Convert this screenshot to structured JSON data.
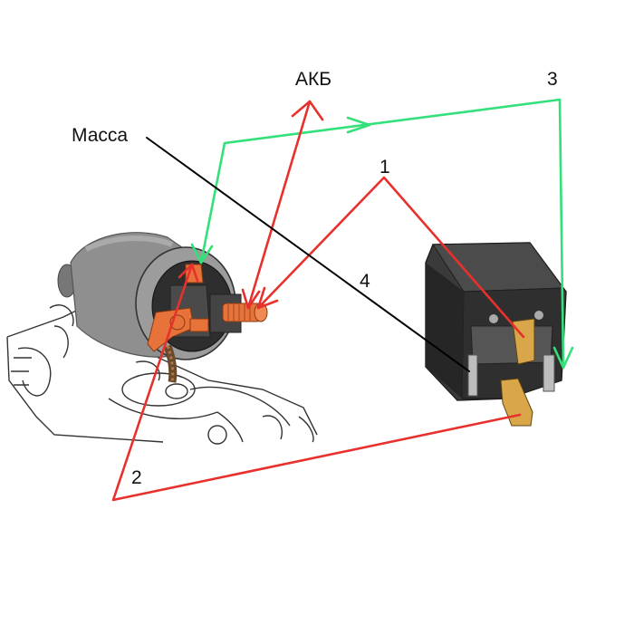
{
  "labels": {
    "battery": "АКБ",
    "ground": "Масса",
    "wire_1": "1",
    "wire_2": "2",
    "wire_3": "3",
    "wire_4": "4"
  },
  "colors": {
    "wire_red": "#e8302c",
    "wire_green": "#33e07a",
    "wire_black": "#000000",
    "terminal_orange": "#e8733a",
    "relay_body": "#3a3a3a",
    "relay_pin": "#d9a64a",
    "solenoid_body": "#8f8f8f"
  },
  "icons": {
    "starter": "starter-motor-icon",
    "relay": "relay-icon"
  }
}
